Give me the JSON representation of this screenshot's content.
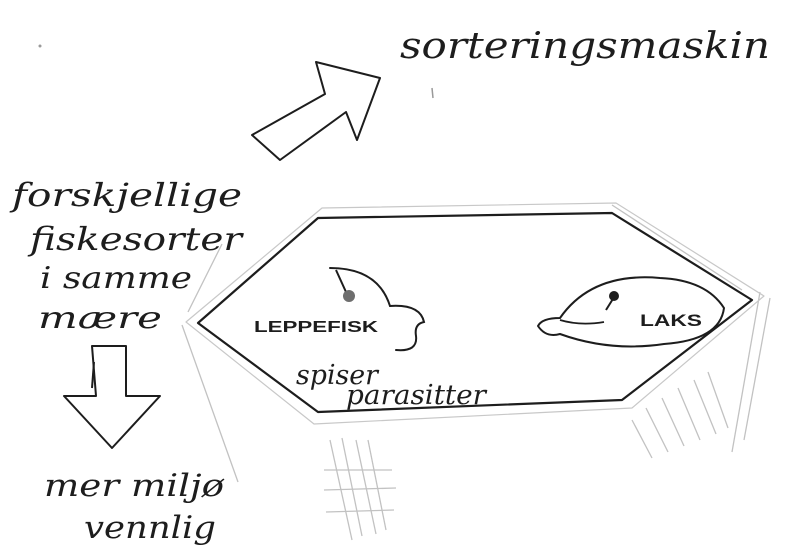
{
  "title": "sorteringsmaskin",
  "left_note": {
    "line1": "forskjellige",
    "line2": "fiskesorter",
    "line3": "i samme",
    "line4": "mære"
  },
  "bottom_note": {
    "line1": "mer miljø",
    "line2": "vennlig"
  },
  "fish_left": {
    "label": "LEPPEFISK"
  },
  "fish_right": {
    "label": "LAKS"
  },
  "caption": {
    "line1": "spiser",
    "line2": "parasitter"
  },
  "colors": {
    "ink": "#1d1d1d",
    "pencil": "#b5b5b5",
    "eye": "#6e6e6e"
  }
}
